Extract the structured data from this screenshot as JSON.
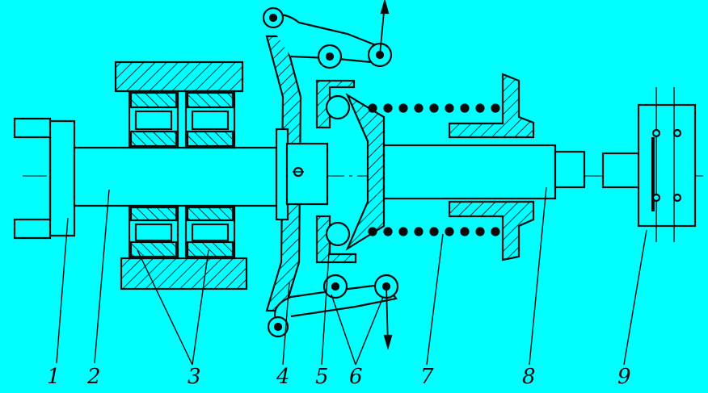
{
  "diagram": {
    "background": "#00ffff",
    "ink": "#0a0a0a",
    "parts": [
      {
        "label": "1"
      },
      {
        "label": "2"
      },
      {
        "label": "3"
      },
      {
        "label": "4"
      },
      {
        "label": "5"
      },
      {
        "label": "6"
      },
      {
        "label": "7"
      },
      {
        "label": "8"
      },
      {
        "label": "9"
      }
    ]
  }
}
